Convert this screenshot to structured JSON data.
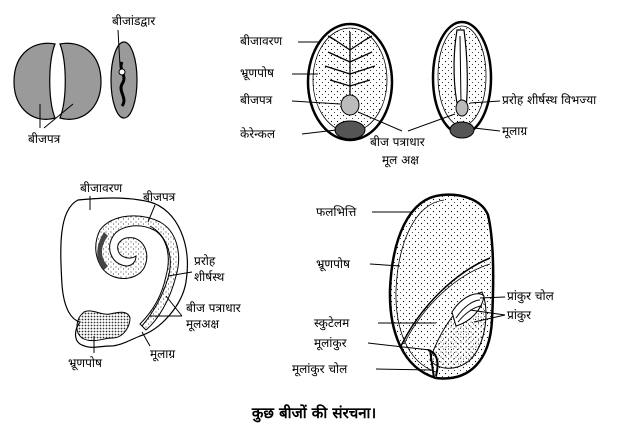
{
  "labels": {
    "bean_cotyledons": "बीजपत्र",
    "bean_hilum": "बीजांडद्वार",
    "castor_seed_coat": "बीजावरण",
    "castor_endosperm": "भ्रूणपोष",
    "castor_cotyledon": "बीजपत्र",
    "castor_caruncle": "केरेन्कल",
    "castor_plumule": "प्ररोह शीर्षस्थ विभज्या",
    "castor_radicle": "मूलाग्र",
    "castor_axis_line1": "बीज पत्राधार",
    "castor_axis_line2": "मूल अक्ष",
    "curved_seed_coat": "बीजावरण",
    "curved_cotyledon": "बीजपत्र",
    "curved_plumule_line1": "प्ररोह",
    "curved_plumule_line2": "शीर्षस्थ",
    "curved_axis_line1": "बीज पत्राधार",
    "curved_axis_line2": "मूलअक्ष",
    "curved_radicle": "मूलाग्र",
    "curved_endosperm": "भ्रूणपोष",
    "maize_pericarp": "फलभित्ति",
    "maize_endosperm": "भ्रूणपोष",
    "maize_scutellum": "स्कुटेलम",
    "maize_radicle": "मूलांकुर",
    "maize_coleorhiza": "मूलांकुर चोल",
    "maize_coleoptile": "प्रांकुर चोल",
    "maize_plumule": "प्रांकुर"
  },
  "caption": "कुछ बीजों की संरचना।"
}
